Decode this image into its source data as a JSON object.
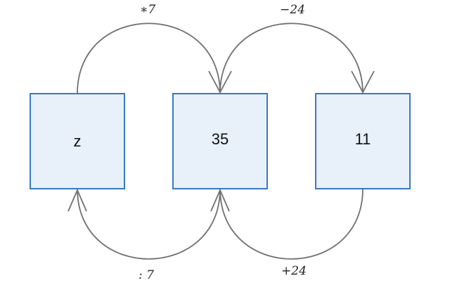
{
  "boxes": {
    "left": "z",
    "middle": "35",
    "right": "11"
  },
  "operations": {
    "multiply": "∗7",
    "subtract": "−24",
    "divide": ": 7",
    "add": "+24"
  },
  "colors": {
    "box_fill": "#e8f0fa",
    "box_stroke": "#3b78c4",
    "arc_stroke": "#707070"
  }
}
